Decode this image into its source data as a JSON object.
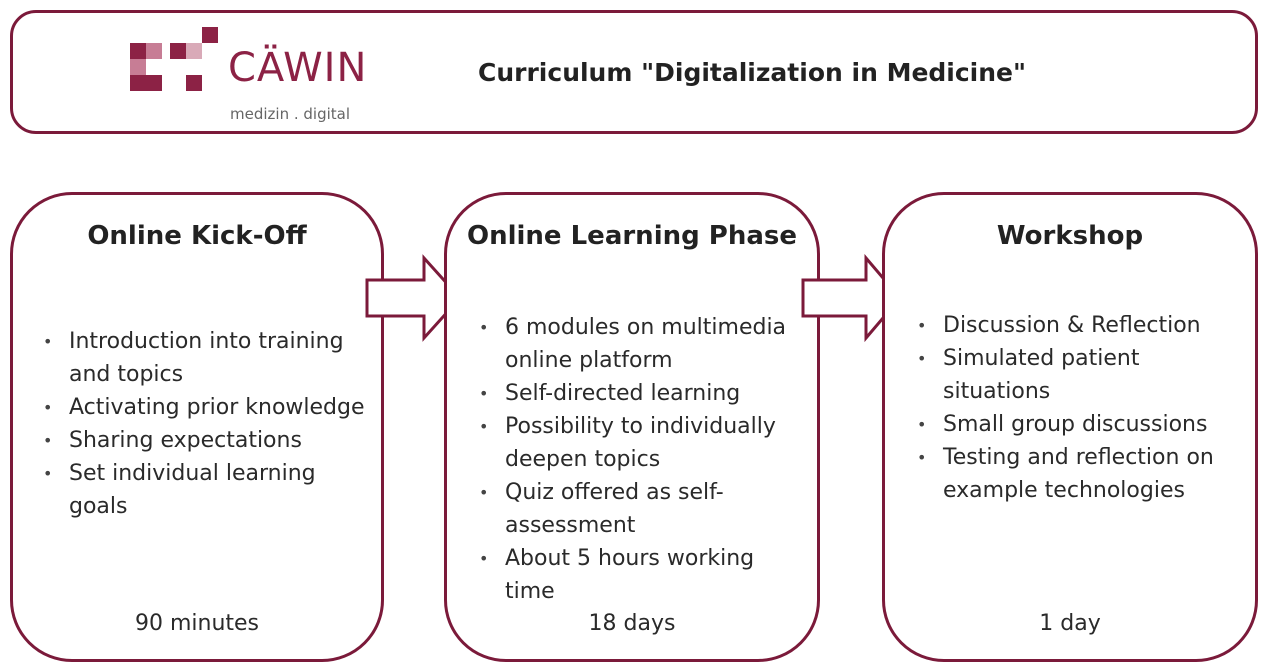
{
  "header": {
    "logo": {
      "name": "CÄWIN",
      "tagline": "medizin . digital"
    },
    "title": "Curriculum \"Digitalization in Medicine\""
  },
  "phases": [
    {
      "title": "Online Kick-Off",
      "items": [
        "Introduction into training and topics",
        "Activating prior knowledge",
        "Sharing expectations",
        "Set individual learning goals"
      ],
      "duration": "90 minutes"
    },
    {
      "title": "Online Learning Phase",
      "items": [
        "6 modules on multimedia online platform",
        "Self-directed learning",
        "Possibility to individually deepen topics",
        "Quiz offered as self-assessment",
        "About 5 hours working time"
      ],
      "duration": "18 days"
    },
    {
      "title": "Workshop",
      "items": [
        "Discussion & Reflection",
        "Simulated patient situations",
        "Small group discussions",
        "Testing and reflection on example technologies"
      ],
      "duration": "1 day"
    }
  ],
  "colors": {
    "accent": "#7b1a3a",
    "logo_dark": "#8c2245",
    "logo_light": "#d9aab8"
  }
}
